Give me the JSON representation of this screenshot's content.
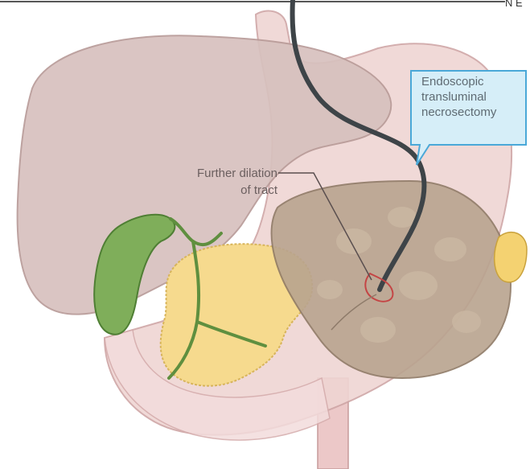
{
  "figure": {
    "corner_text": "N E",
    "callout": {
      "lines": [
        "Endoscopic",
        "transluminal",
        "necrosectomy"
      ]
    },
    "dilation_label": {
      "lines": [
        "Further dilation",
        "of tract"
      ]
    }
  },
  "colors": {
    "liver": "#d9c3c0",
    "stomach": "#edd2d0",
    "gallbladder": "#7fae5a",
    "pancreas": "#f5d98c",
    "collection": "#b8a28c",
    "endoscope": "#3e4448",
    "callout_fill": "#d6eef8",
    "callout_border": "#4aa8d8"
  }
}
